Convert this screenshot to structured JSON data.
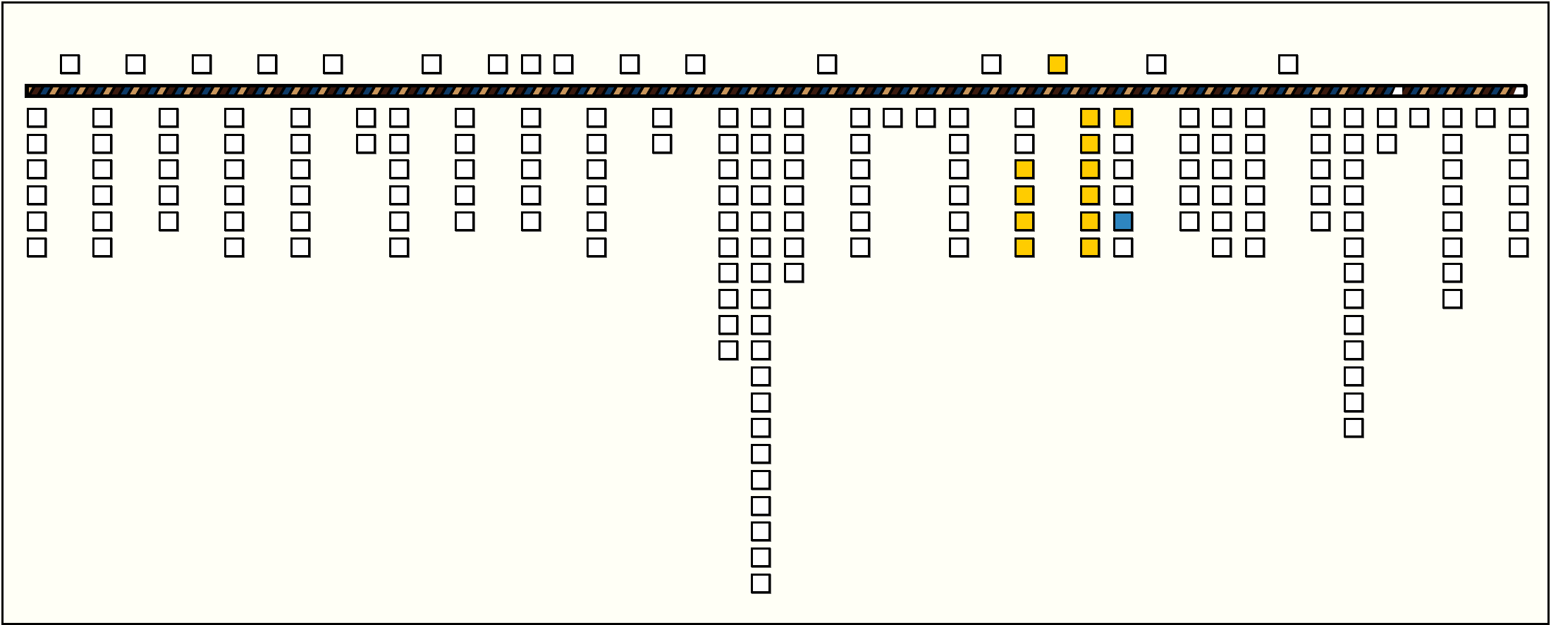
{
  "colors": {
    "background": "#fffff6",
    "empty": "#ffffff",
    "yellow": "#ffcc00",
    "blue": "#2e86c1",
    "stripe_blue": "#0d3a66",
    "stripe_brown": "#3a1a0e",
    "stripe_tan": "#c8955a"
  },
  "top_row": [
    {
      "slot": 1,
      "state": "empty"
    },
    {
      "slot": 3,
      "state": "empty"
    },
    {
      "slot": 5,
      "state": "empty"
    },
    {
      "slot": 7,
      "state": "empty"
    },
    {
      "slot": 9,
      "state": "empty"
    },
    {
      "slot": 12,
      "state": "empty"
    },
    {
      "slot": 14,
      "state": "empty"
    },
    {
      "slot": 15,
      "state": "empty"
    },
    {
      "slot": 16,
      "state": "empty"
    },
    {
      "slot": 18,
      "state": "empty"
    },
    {
      "slot": 20,
      "state": "empty"
    },
    {
      "slot": 24,
      "state": "empty"
    },
    {
      "slot": 29,
      "state": "empty"
    },
    {
      "slot": 31,
      "state": "yellow"
    },
    {
      "slot": 34,
      "state": "empty"
    },
    {
      "slot": 38,
      "state": "empty"
    }
  ],
  "columns": [
    {
      "slot": 0,
      "count": 6
    },
    {
      "slot": 2,
      "count": 6
    },
    {
      "slot": 4,
      "count": 5
    },
    {
      "slot": 6,
      "count": 6
    },
    {
      "slot": 8,
      "count": 6
    },
    {
      "slot": 10,
      "count": 2
    },
    {
      "slot": 11,
      "count": 6
    },
    {
      "slot": 13,
      "count": 5
    },
    {
      "slot": 15,
      "count": 5
    },
    {
      "slot": 17,
      "count": 6
    },
    {
      "slot": 19,
      "count": 2
    },
    {
      "slot": 21,
      "count": 10
    },
    {
      "slot": 22,
      "count": 19
    },
    {
      "slot": 23,
      "count": 7
    },
    {
      "slot": 25,
      "count": 6
    },
    {
      "slot": 26,
      "count": 1
    },
    {
      "slot": 27,
      "count": 1
    },
    {
      "slot": 28,
      "count": 6
    },
    {
      "slot": 30,
      "count": 6,
      "yellow": [
        2,
        3,
        4,
        5
      ]
    },
    {
      "slot": 32,
      "count": 6,
      "yellow": [
        0,
        1,
        2,
        3,
        4,
        5
      ]
    },
    {
      "slot": 33,
      "count": 6,
      "yellow": [
        0
      ],
      "blue": [
        4
      ]
    },
    {
      "slot": 35,
      "count": 5
    },
    {
      "slot": 36,
      "count": 6
    },
    {
      "slot": 37,
      "count": 6
    },
    {
      "slot": 39,
      "count": 5
    },
    {
      "slot": 40,
      "count": 13
    },
    {
      "slot": 41,
      "count": 2
    },
    {
      "slot": 42,
      "count": 1
    },
    {
      "slot": 43,
      "count": 8
    },
    {
      "slot": 44,
      "count": 1
    },
    {
      "slot": 45,
      "count": 6
    }
  ]
}
